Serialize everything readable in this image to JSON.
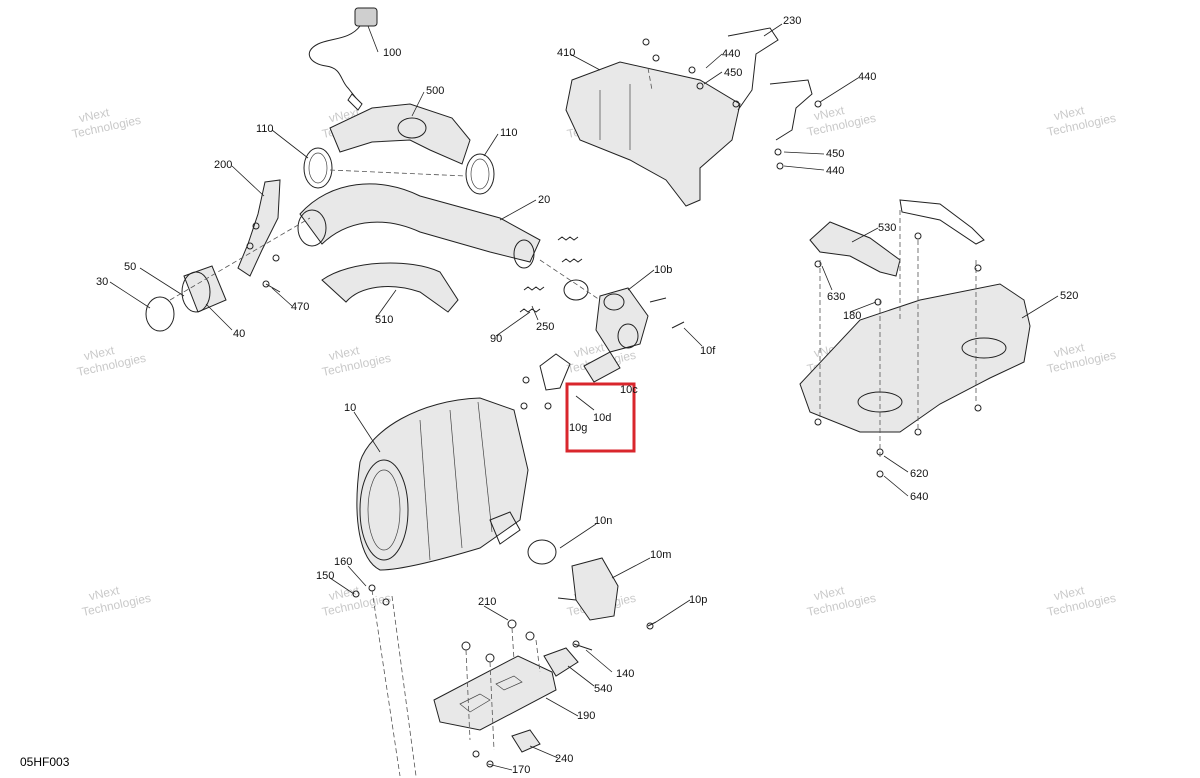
{
  "figure_code": "05HF003",
  "watermark": {
    "line1": "vNext",
    "line2": "Technologies"
  },
  "highlight_color": "#d9262c",
  "callouts": [
    {
      "id": "c100",
      "text": "100"
    },
    {
      "id": "c500",
      "text": "500"
    },
    {
      "id": "c110a",
      "text": "110"
    },
    {
      "id": "c110b",
      "text": "110"
    },
    {
      "id": "c200",
      "text": "200"
    },
    {
      "id": "c20",
      "text": "20"
    },
    {
      "id": "c50",
      "text": "50"
    },
    {
      "id": "c30",
      "text": "30"
    },
    {
      "id": "c40",
      "text": "40"
    },
    {
      "id": "c470",
      "text": "470"
    },
    {
      "id": "c510",
      "text": "510"
    },
    {
      "id": "c90",
      "text": "90"
    },
    {
      "id": "c250",
      "text": "250"
    },
    {
      "id": "c10b",
      "text": "10b"
    },
    {
      "id": "c10f",
      "text": "10f"
    },
    {
      "id": "c10c",
      "text": "10c"
    },
    {
      "id": "c10d",
      "text": "10d"
    },
    {
      "id": "c10g",
      "text": "10g"
    },
    {
      "id": "c10",
      "text": "10"
    },
    {
      "id": "c10n",
      "text": "10n"
    },
    {
      "id": "c10m",
      "text": "10m"
    },
    {
      "id": "c10p",
      "text": "10p"
    },
    {
      "id": "c160",
      "text": "160"
    },
    {
      "id": "c150",
      "text": "150"
    },
    {
      "id": "c210",
      "text": "210"
    },
    {
      "id": "c140",
      "text": "140"
    },
    {
      "id": "c540",
      "text": "540"
    },
    {
      "id": "c190",
      "text": "190"
    },
    {
      "id": "c240",
      "text": "240"
    },
    {
      "id": "c170",
      "text": "170"
    },
    {
      "id": "c410",
      "text": "410"
    },
    {
      "id": "c230",
      "text": "230"
    },
    {
      "id": "c440a",
      "text": "440"
    },
    {
      "id": "c450a",
      "text": "450"
    },
    {
      "id": "c440b",
      "text": "440"
    },
    {
      "id": "c450b",
      "text": "450"
    },
    {
      "id": "c440c",
      "text": "440"
    },
    {
      "id": "c530",
      "text": "530"
    },
    {
      "id": "c630",
      "text": "630"
    },
    {
      "id": "c180",
      "text": "180"
    },
    {
      "id": "c520",
      "text": "520"
    },
    {
      "id": "c620",
      "text": "620"
    },
    {
      "id": "c640",
      "text": "640"
    }
  ]
}
